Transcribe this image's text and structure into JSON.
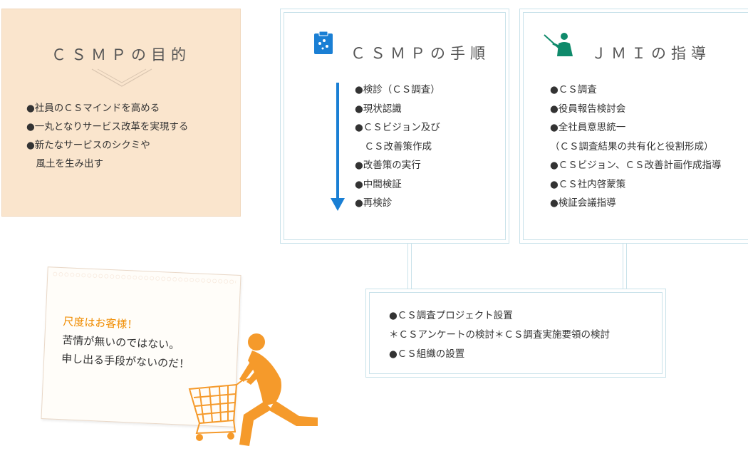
{
  "purpose": {
    "title": "ＣＳＭＰの目的",
    "items": [
      "●社員のＣＳマインドを高める",
      "●一丸となりサービス改革を実現する",
      "●新たなサービスのシクミや",
      "　風土を生み出す"
    ]
  },
  "procedure": {
    "title": "ＣＳＭＰの手順",
    "icon": "clipboard-icon",
    "items": [
      "●検診（ＣＳ調査）",
      "●現状認識",
      "●ＣＳビジョン及び",
      "　ＣＳ改善策作成",
      "●改善策の実行",
      "●中間検証",
      "●再検診"
    ]
  },
  "jmi": {
    "title": "ＪＭＩの指導",
    "icon": "presenter-icon",
    "items": [
      "●ＣＳ調査",
      "●役員報告検討会",
      "●全社員意思統一",
      "（ＣＳ調査結果の共有化と役割形成）",
      "●ＣＳビジョン、ＣＳ改善計画作成指導",
      "●ＣＳ社内啓蒙策",
      "●検証会議指導"
    ]
  },
  "result": {
    "items": [
      "●ＣＳ調査プロジェクト設置",
      "＊ＣＳアンケートの検討＊ＣＳ調査実施要領の検討",
      "●ＣＳ組織の設置"
    ]
  },
  "card": {
    "highlight": "尺度はお客様！",
    "lines": [
      "苦情が無いのではない。",
      "申し出る手段がないのだ！"
    ]
  },
  "colors": {
    "accent_blue": "#1a7fd4",
    "orange": "#f08c00",
    "peach": "#fae5cd",
    "border": "#c9e2ea",
    "figure": "#f59a2b"
  }
}
